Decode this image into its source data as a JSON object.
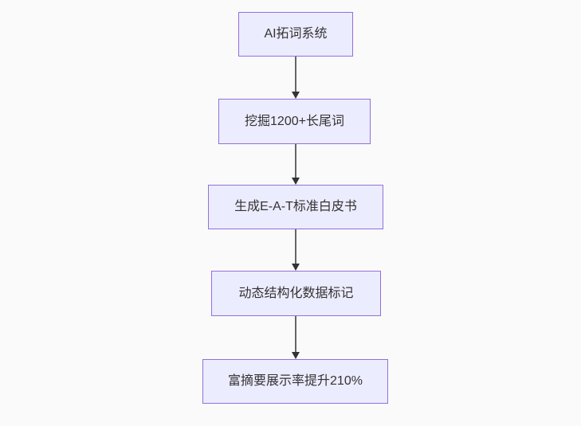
{
  "diagram": {
    "type": "flowchart",
    "direction": "top-down",
    "nodes": [
      {
        "id": "A",
        "label": "AI拓词系统"
      },
      {
        "id": "B",
        "label": "挖掘1200+长尾词"
      },
      {
        "id": "C",
        "label": "生成E-A-T标准白皮书"
      },
      {
        "id": "D",
        "label": "动态结构化数据标记"
      },
      {
        "id": "E",
        "label": "富摘要展示率提升210%"
      }
    ],
    "edges": [
      {
        "from": "A",
        "to": "B"
      },
      {
        "from": "B",
        "to": "C"
      },
      {
        "from": "C",
        "to": "D"
      },
      {
        "from": "D",
        "to": "E"
      }
    ],
    "colors": {
      "background": "#fafafa",
      "node_fill": "#ECECFF",
      "node_border": "#9370DB",
      "text": "#333333",
      "edge_line": "#666666",
      "edge_arrowhead": "#333333"
    }
  }
}
